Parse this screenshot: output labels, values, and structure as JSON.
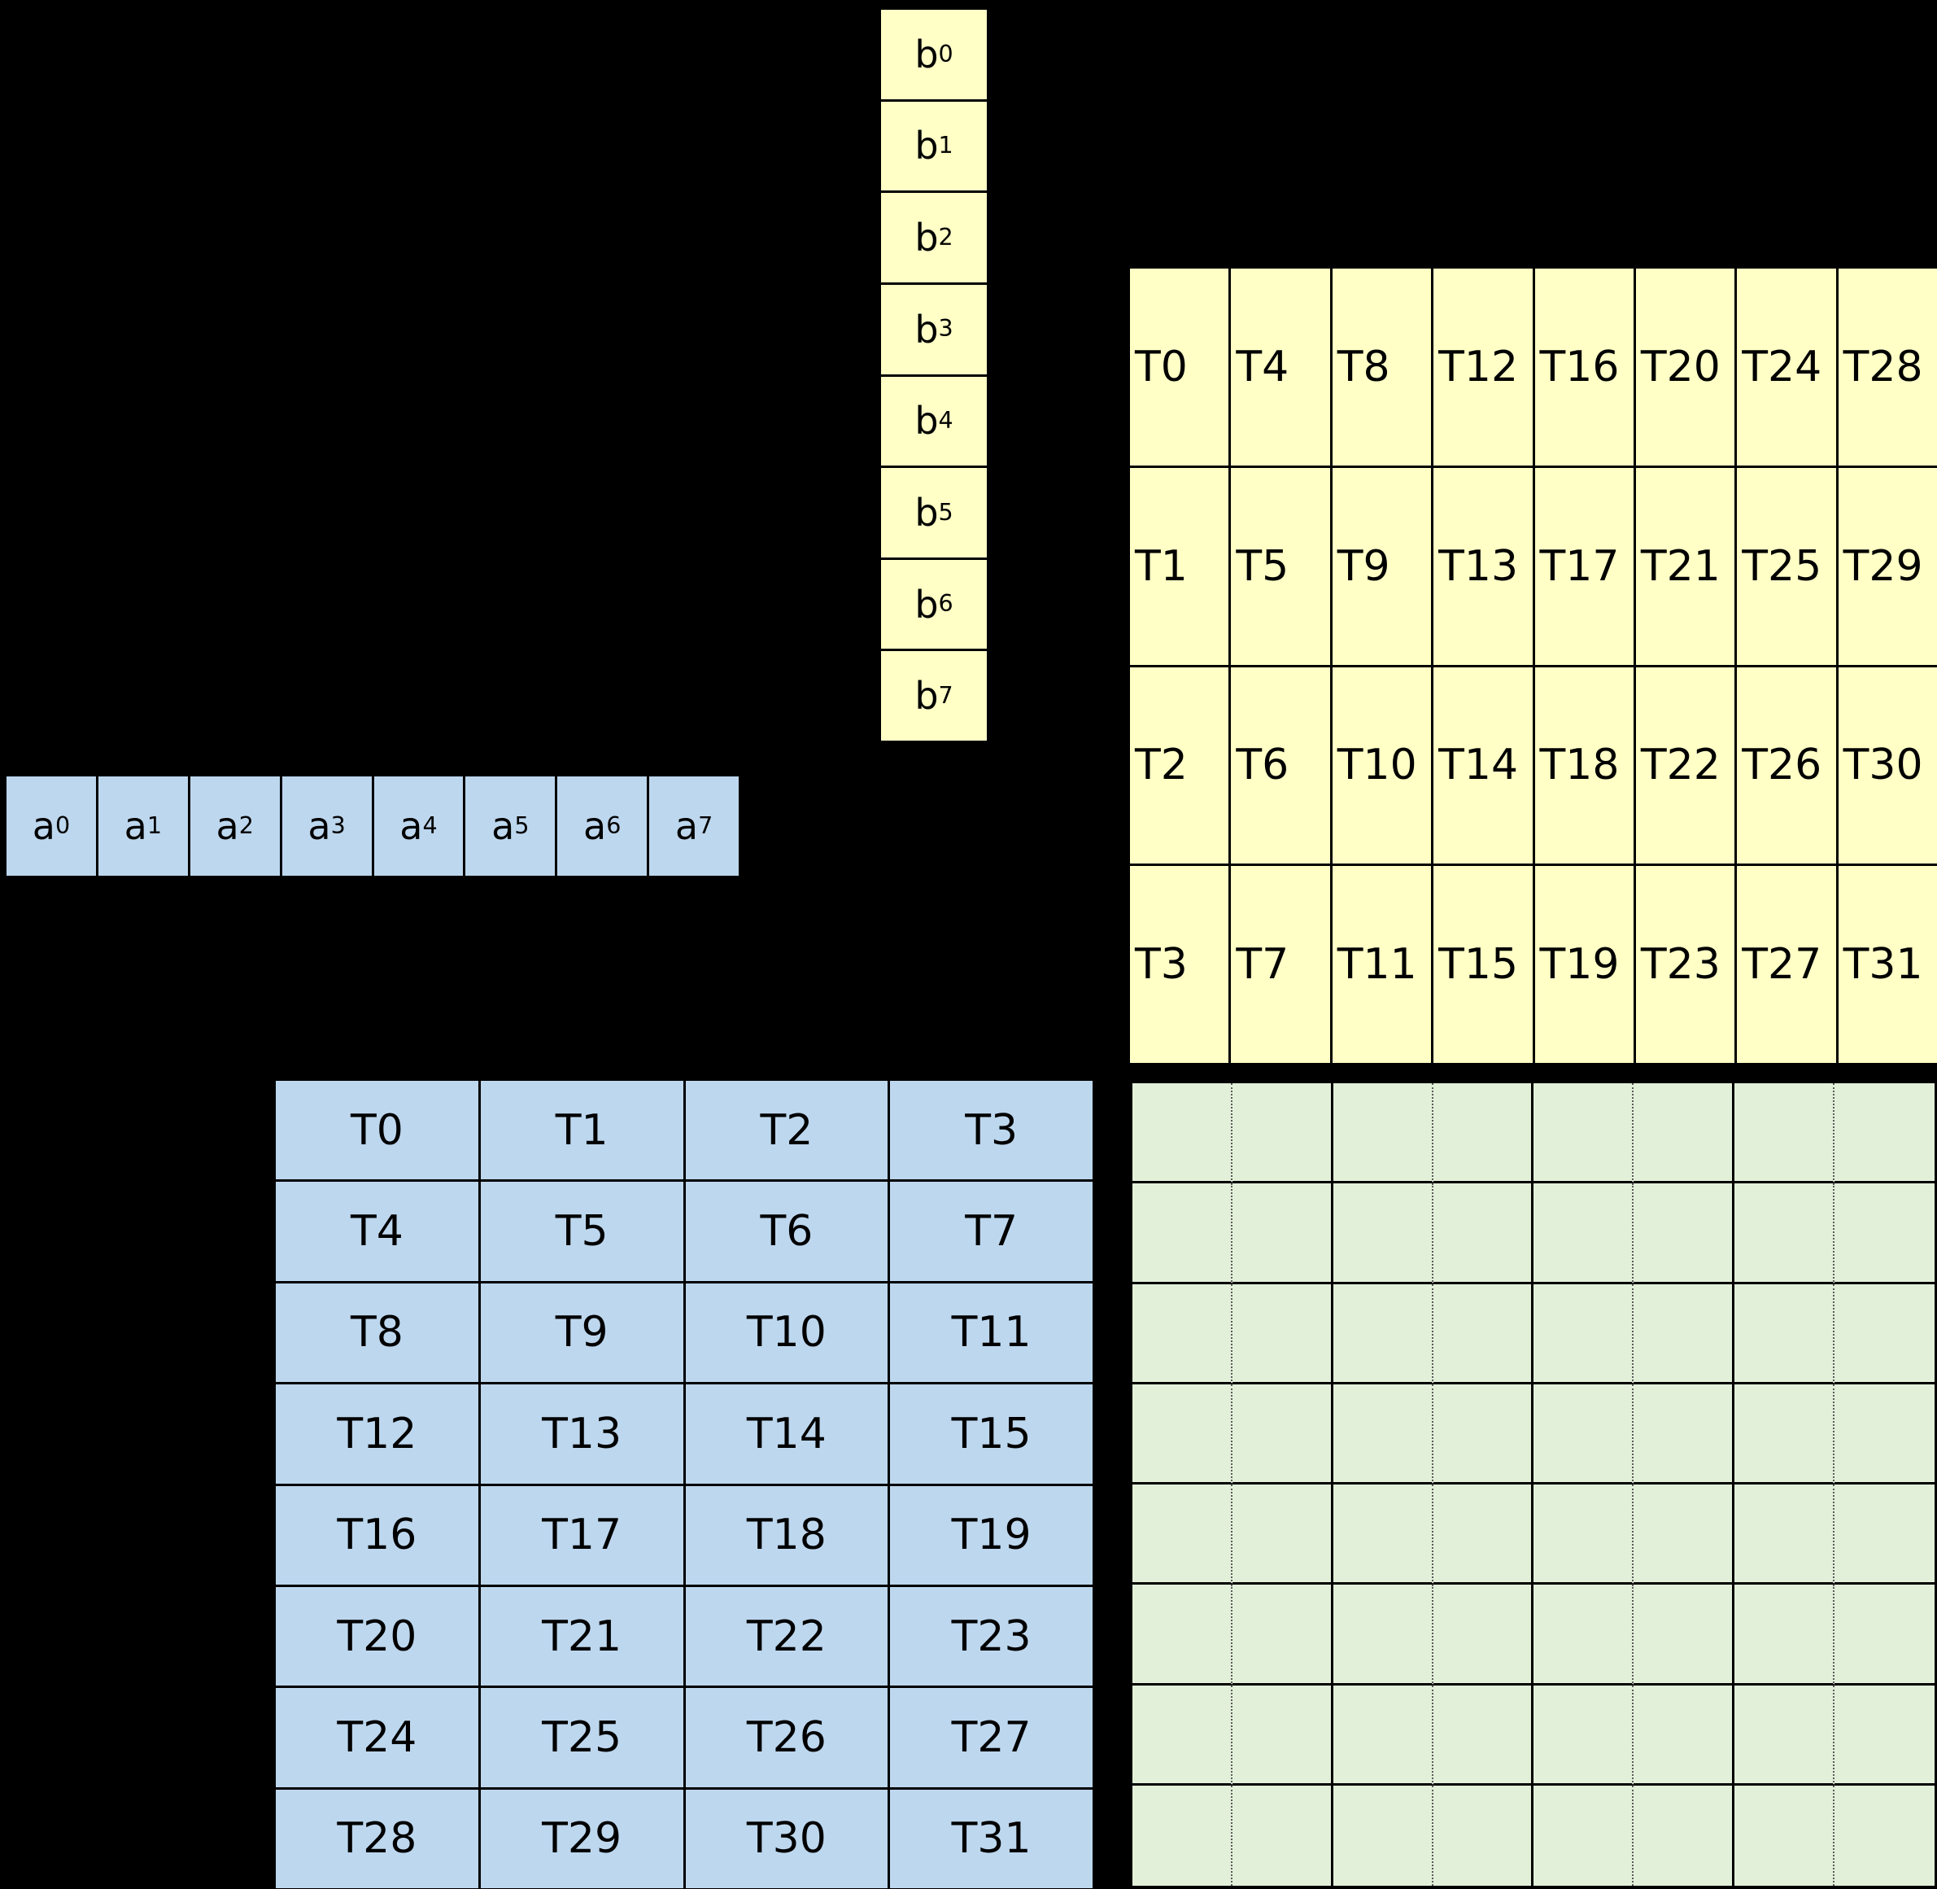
{
  "colors": {
    "background": "#000000",
    "yellow": "#FFFFC6",
    "blue": "#BDD7EE",
    "green": "#E2F0D9",
    "grid_line": "#000000",
    "dotted_line": "#5A5A5A"
  },
  "b_vector": {
    "cells": [
      {
        "base": "b",
        "index": "0"
      },
      {
        "base": "b",
        "index": "1"
      },
      {
        "base": "b",
        "index": "2"
      },
      {
        "base": "b",
        "index": "3"
      },
      {
        "base": "b",
        "index": "4"
      },
      {
        "base": "b",
        "index": "5"
      },
      {
        "base": "b",
        "index": "6"
      },
      {
        "base": "b",
        "index": "7"
      }
    ]
  },
  "a_vector": {
    "cells": [
      {
        "base": "a",
        "index": "0"
      },
      {
        "base": "a",
        "index": "1"
      },
      {
        "base": "a",
        "index": "2"
      },
      {
        "base": "a",
        "index": "3"
      },
      {
        "base": "a",
        "index": "4"
      },
      {
        "base": "a",
        "index": "5"
      },
      {
        "base": "a",
        "index": "6"
      },
      {
        "base": "a",
        "index": "7"
      }
    ]
  },
  "b_thread_grid": {
    "rows": [
      [
        "T0",
        "T4",
        "T8",
        "T12",
        "T16",
        "T20",
        "T24",
        "T28"
      ],
      [
        "T1",
        "T5",
        "T9",
        "T13",
        "T17",
        "T21",
        "T25",
        "T29"
      ],
      [
        "T2",
        "T6",
        "T10",
        "T14",
        "T18",
        "T22",
        "T26",
        "T30"
      ],
      [
        "T3",
        "T7",
        "T11",
        "T15",
        "T19",
        "T23",
        "T27",
        "T31"
      ]
    ]
  },
  "a_thread_grid": {
    "rows": [
      [
        "T0",
        "T1",
        "T2",
        "T3"
      ],
      [
        "T4",
        "T5",
        "T6",
        "T7"
      ],
      [
        "T8",
        "T9",
        "T10",
        "T11"
      ],
      [
        "T12",
        "T13",
        "T14",
        "T15"
      ],
      [
        "T16",
        "T17",
        "T18",
        "T19"
      ],
      [
        "T20",
        "T21",
        "T22",
        "T23"
      ],
      [
        "T24",
        "T25",
        "T26",
        "T27"
      ],
      [
        "T28",
        "T29",
        "T30",
        "T31"
      ]
    ]
  },
  "result_grid": {
    "rows": 8,
    "cols": 8
  }
}
